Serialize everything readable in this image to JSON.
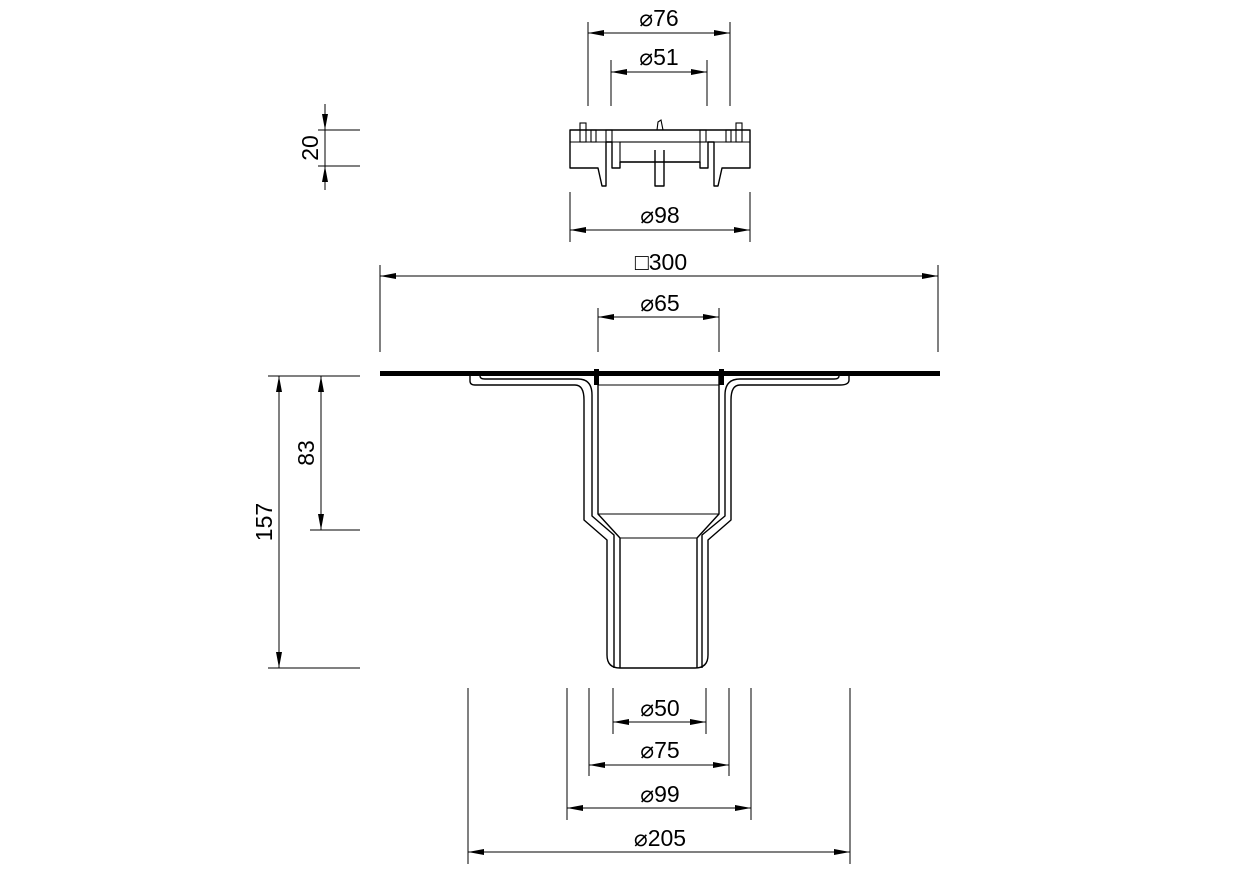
{
  "dimensions": {
    "top_inner": "⌀51",
    "top_outer": "⌀76",
    "grate_height": "20",
    "grate_width": "⌀98",
    "plate_size": "□300",
    "inlet": "⌀65",
    "depth_upper": "83",
    "depth_total": "157",
    "outlet_inner": "⌀50",
    "outlet_outer": "⌀75",
    "body_outer": "⌀99",
    "flange": "⌀205"
  }
}
